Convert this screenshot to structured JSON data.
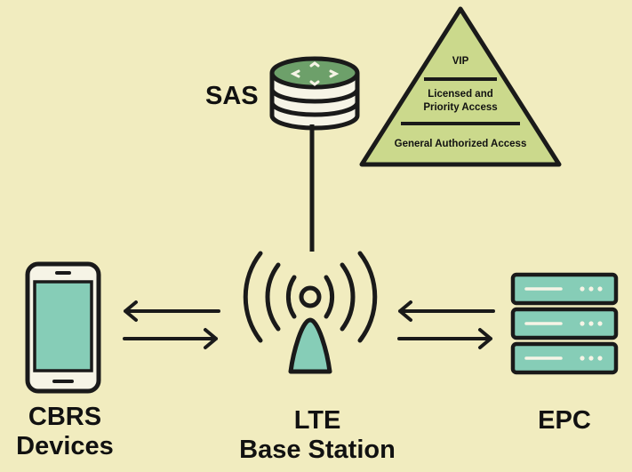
{
  "labels": {
    "sas": "SAS",
    "cbrs_line1": "CBRS",
    "cbrs_line2": "Devices",
    "lte_line1": "LTE",
    "lte_line2": "Base Station",
    "epc": "EPC"
  },
  "pyramid": {
    "tiers": [
      {
        "lines": [
          "VIP"
        ]
      },
      {
        "lines": [
          "Licensed and",
          "Priority Access"
        ]
      },
      {
        "lines": [
          "General Authorized Access"
        ]
      }
    ]
  },
  "colors": {
    "background": "#f1ecbf",
    "teal": "#86cdb7",
    "green": "#cbd98c",
    "stroke": "#1a1a1a"
  },
  "icons": [
    "database-icon",
    "smartphone-icon",
    "antenna-icon",
    "server-rack-icon"
  ]
}
